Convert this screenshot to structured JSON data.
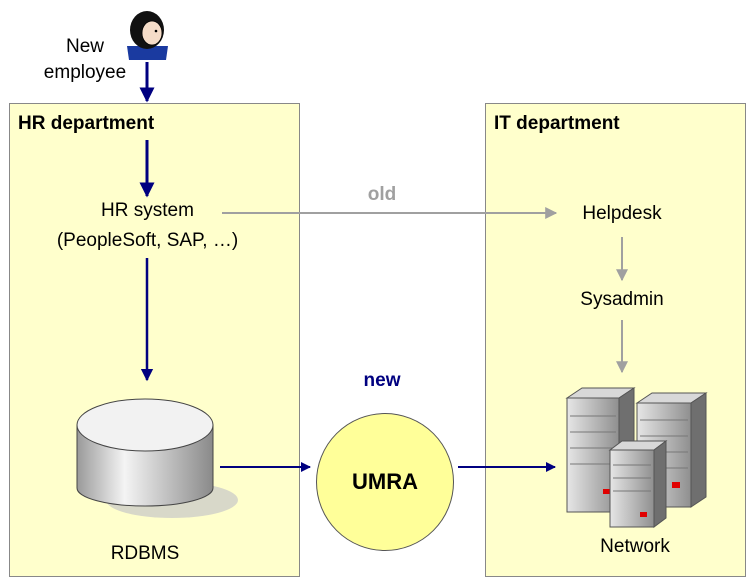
{
  "person": {
    "label_line1": "New",
    "label_line2": "employee",
    "icon": "person-icon"
  },
  "hr_panel": {
    "title": "HR department"
  },
  "it_panel": {
    "title": "IT department"
  },
  "hr_system": {
    "line1": "HR system",
    "line2": "(PeopleSoft, SAP, …)"
  },
  "rdbms": {
    "label": "RDBMS",
    "icon": "database-icon"
  },
  "umra": {
    "label": "UMRA"
  },
  "flows": {
    "old_label": "old",
    "new_label": "new"
  },
  "helpdesk": {
    "label": "Helpdesk"
  },
  "sysadmin": {
    "label": "Sysadmin"
  },
  "network": {
    "label": "Network",
    "icon": "servers-icon"
  },
  "colors": {
    "panel_fill": "#ffffcc",
    "new_arrow": "#000080",
    "old_arrow": "#a0a0a0",
    "umra_fill": "#ffff99"
  }
}
